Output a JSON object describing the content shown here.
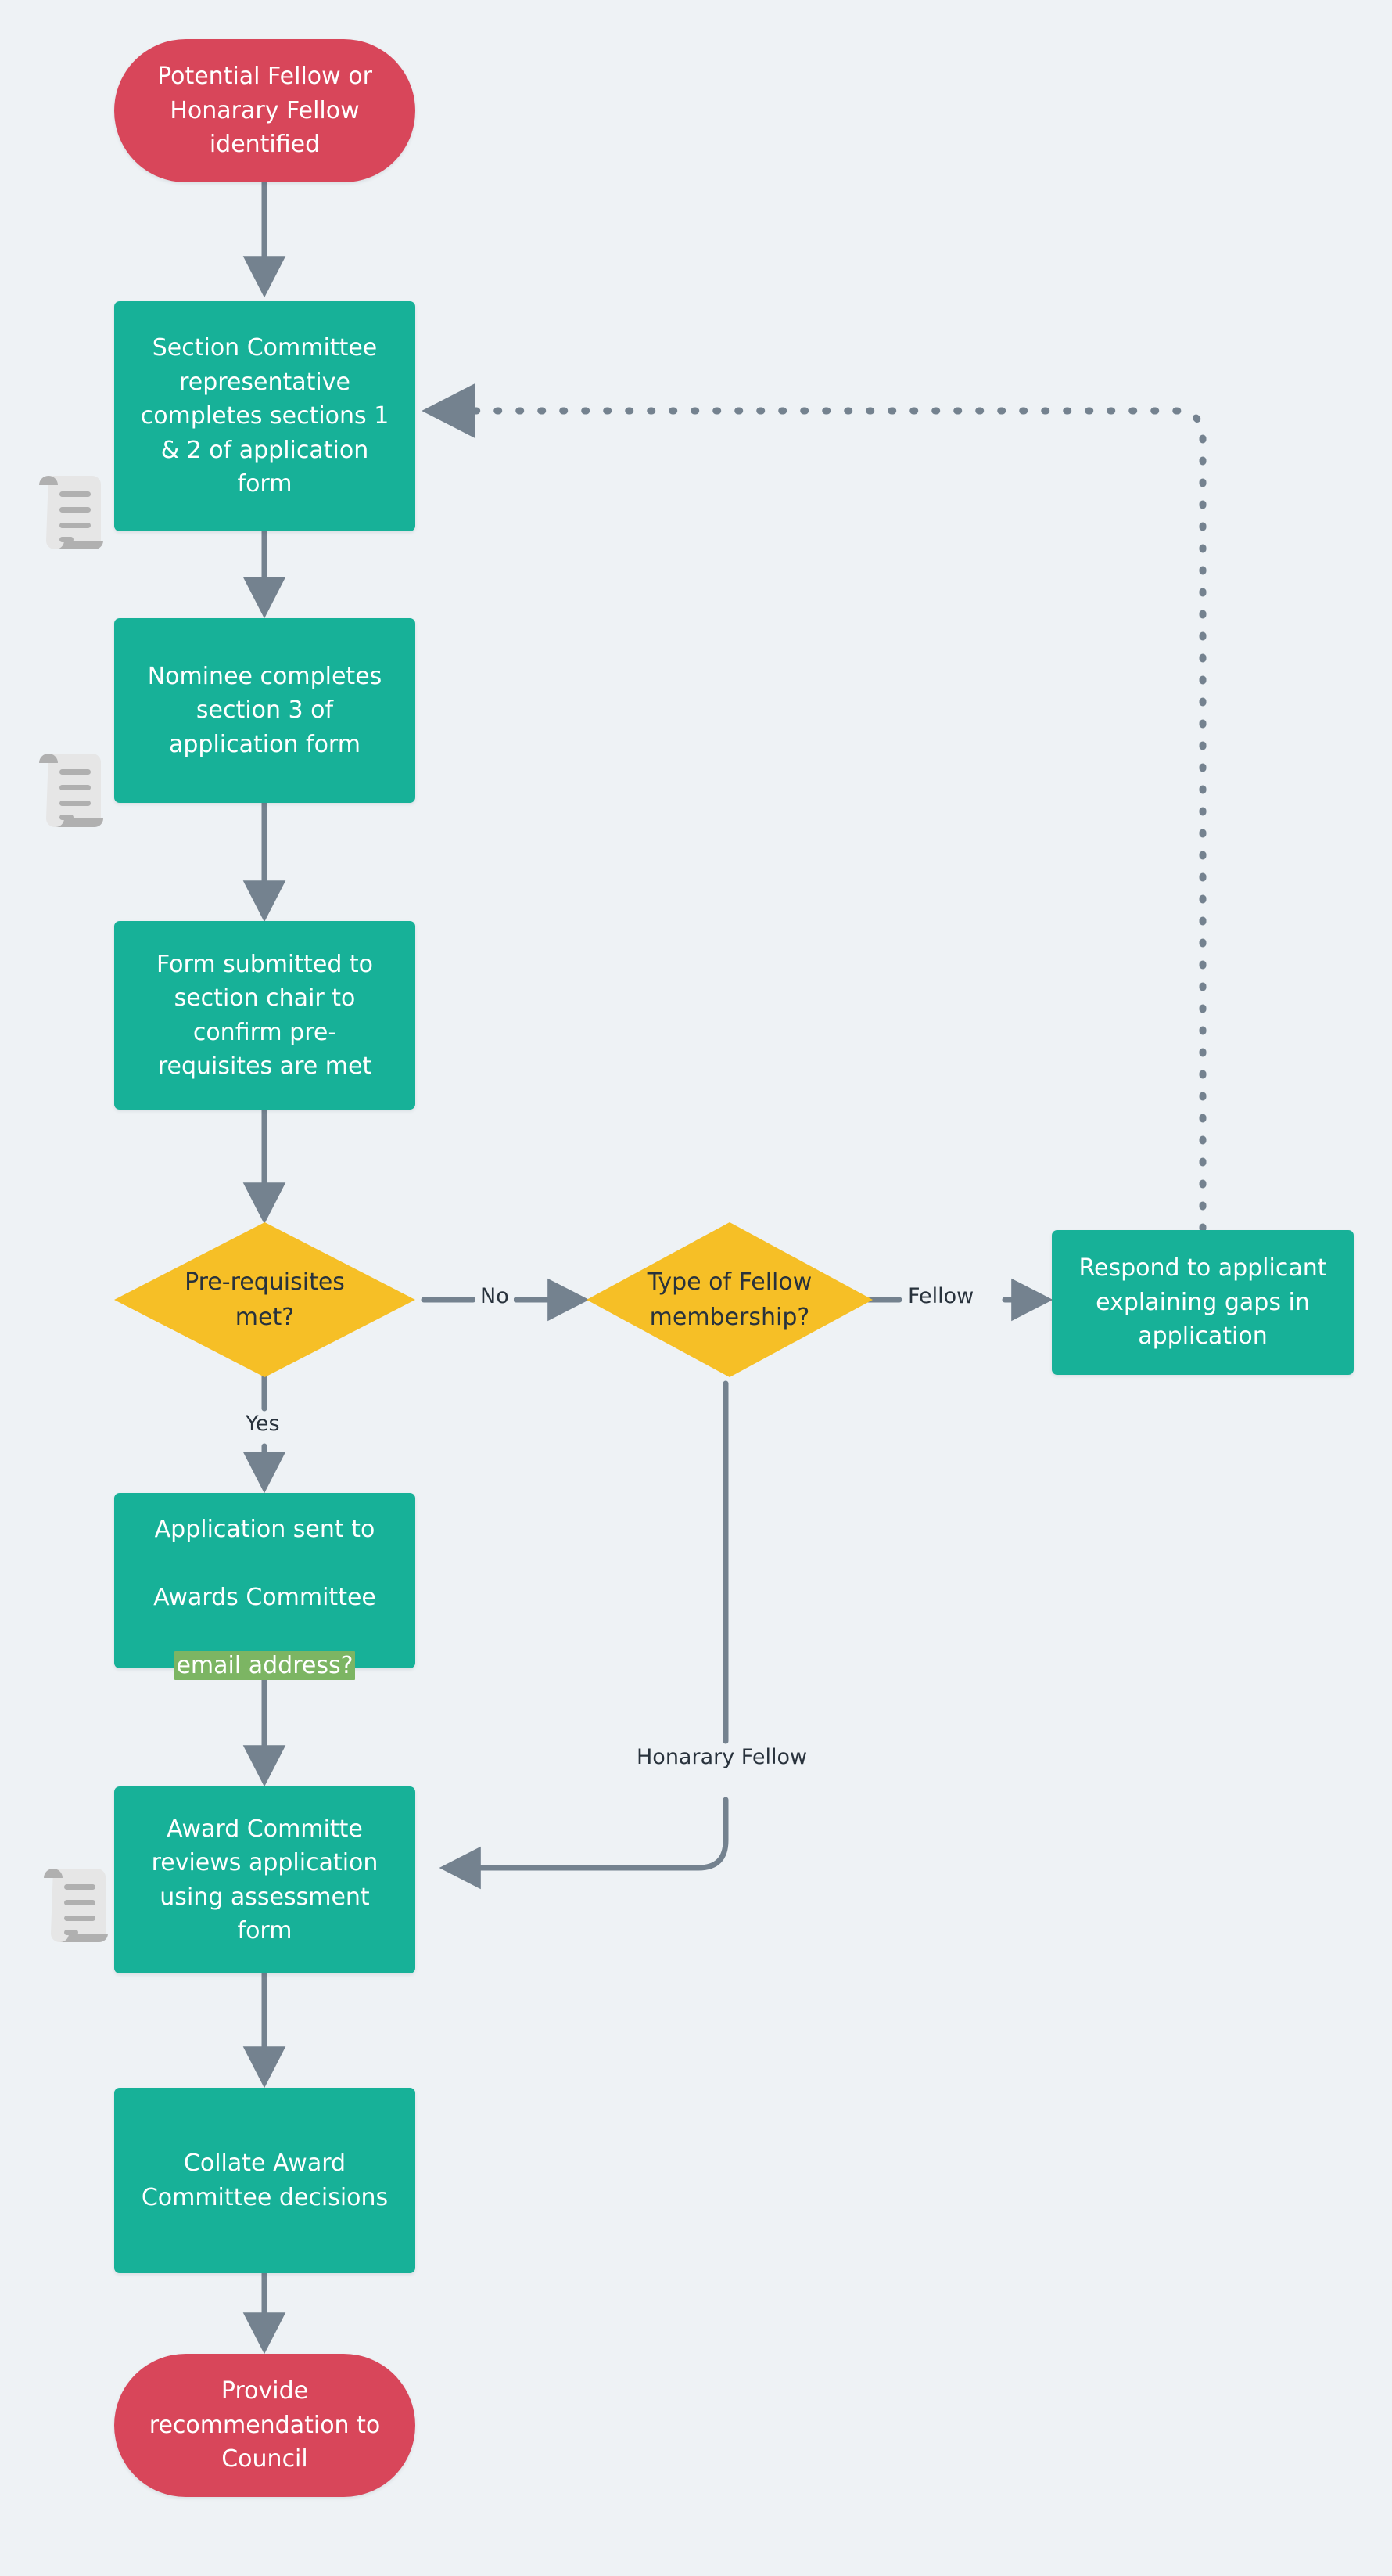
{
  "diagram": {
    "title": "Fellowship nomination and award process flowchart",
    "background_color": "#eef2f5",
    "colors": {
      "terminal": "#d8465a",
      "process": "#17b198",
      "decision": "#f6bf26",
      "edge": "#74828f",
      "text_dark": "#28323c",
      "text_light": "#ffffff",
      "highlight": "#7cb563",
      "document_icon": "#e6e6e6",
      "document_icon_accent": "#b0b0b0"
    }
  },
  "nodes": {
    "start": {
      "label": "Potential Fellow or\nHonarary Fellow\nidentified",
      "type": "terminal"
    },
    "section_committee": {
      "label": "Section Committee\nrepresentative\ncompletes sections 1\n& 2 of application\nform",
      "type": "process"
    },
    "nominee": {
      "label": "Nominee completes\nsection 3 of\napplication form",
      "type": "process"
    },
    "form_submitted": {
      "label": "Form submitted to\nsection chair to\nconfirm pre-\nrequisites are met",
      "type": "process"
    },
    "prereq_decision": {
      "label": "Pre-requisites\nmet?",
      "type": "decision"
    },
    "fellow_type_decision": {
      "label": "Type of Fellow\nmembership?",
      "type": "decision"
    },
    "respond_applicant": {
      "label": "Respond to applicant\nexplaining gaps in\napplication",
      "type": "process"
    },
    "application_sent": {
      "label_line1": "Application sent to",
      "label_line2": "Awards Committee",
      "label_line3_highlighted": "email address?",
      "type": "process"
    },
    "award_review": {
      "label": "Award Committe\nreviews application\nusing assessment\nform",
      "type": "process"
    },
    "collate": {
      "label": "Collate Award\nCommittee decisions",
      "type": "process"
    },
    "end": {
      "label": "Provide\nrecommendation to\nCouncil",
      "type": "terminal"
    }
  },
  "edge_labels": {
    "no": "No",
    "yes": "Yes",
    "fellow": "Fellow",
    "honorary_fellow": "Honarary Fellow"
  },
  "icons": {
    "document_1": "document-scroll-icon",
    "document_2": "document-scroll-icon",
    "document_3": "document-scroll-icon"
  }
}
